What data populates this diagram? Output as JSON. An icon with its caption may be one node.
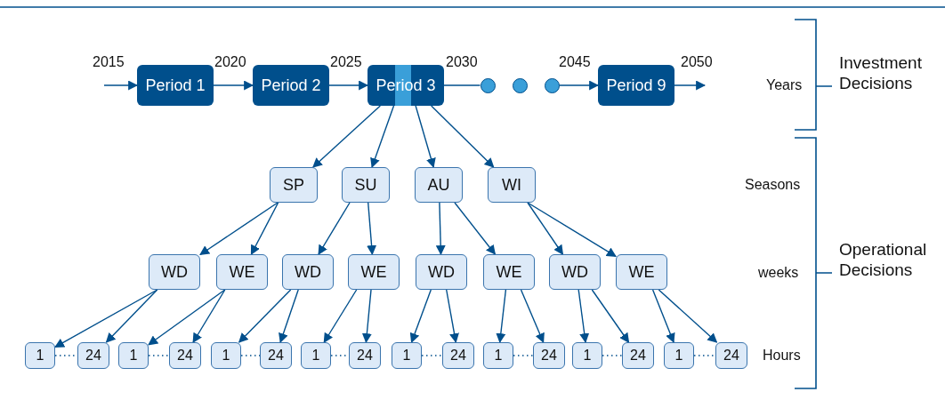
{
  "diagram": {
    "nodes": [
      {
        "text": [
          "Period 1"
        ]
      },
      {
        "text": [
          "Period 2"
        ]
      },
      {
        "text": [
          "Period 3"
        ]
      },
      {
        "text": [],
        "shape": "circle"
      },
      {
        "text": [],
        "shape": "circle"
      },
      {
        "text": [],
        "shape": "circle"
      },
      {
        "text": [
          "Period 9"
        ]
      },
      {
        "text": [
          "SP"
        ]
      },
      {
        "text": [
          "SU"
        ]
      },
      {
        "text": [
          "AU"
        ]
      },
      {
        "text": [
          "WI"
        ]
      },
      {
        "text": [
          "WD"
        ]
      },
      {
        "text": [
          "WE"
        ]
      },
      {
        "text": [
          "WD"
        ]
      },
      {
        "text": [
          "WE"
        ]
      },
      {
        "text": [
          "WD"
        ]
      },
      {
        "text": [
          "WE"
        ]
      },
      {
        "text": [
          "WD"
        ]
      },
      {
        "text": [
          "WE"
        ]
      },
      {
        "text": [
          "1"
        ]
      },
      {
        "text": [
          "24"
        ]
      },
      {
        "text": [
          "1"
        ]
      },
      {
        "text": [
          "24"
        ]
      },
      {
        "text": [
          "1"
        ]
      },
      {
        "text": [
          "24"
        ]
      },
      {
        "text": [
          "1"
        ]
      },
      {
        "text": [
          "24"
        ]
      },
      {
        "text": [
          "1"
        ]
      },
      {
        "text": [
          "24"
        ]
      },
      {
        "text": [
          "1"
        ]
      },
      {
        "text": [
          "24"
        ]
      },
      {
        "text": [
          "1"
        ]
      },
      {
        "text": [
          "24"
        ]
      },
      {
        "text": [
          "1"
        ]
      },
      {
        "text": [
          "24"
        ]
      }
    ],
    "edges": [
      {
        "from": null,
        "to": 0,
        "arrow": "to"
      },
      {
        "from": 0,
        "to": 1,
        "arrow": "to"
      },
      {
        "from": 1,
        "to": 2,
        "arrow": "to"
      },
      {
        "from": 2,
        "to": 3,
        "arrow": "none"
      },
      {
        "from": 5,
        "to": 6,
        "arrow": "to"
      },
      {
        "from": 6,
        "to": null,
        "arrow": "to"
      },
      {
        "from": 2,
        "to": 7,
        "arrow": "to"
      },
      {
        "from": 2,
        "to": 8,
        "arrow": "to"
      },
      {
        "from": 2,
        "to": 9,
        "arrow": "to"
      },
      {
        "from": 2,
        "to": 10,
        "arrow": "to"
      },
      {
        "from": 7,
        "to": 11,
        "arrow": "to"
      },
      {
        "from": 7,
        "to": 12,
        "arrow": "to"
      },
      {
        "from": 8,
        "to": 13,
        "arrow": "to"
      },
      {
        "from": 8,
        "to": 14,
        "arrow": "to"
      },
      {
        "from": 9,
        "to": 15,
        "arrow": "to"
      },
      {
        "from": 9,
        "to": 16,
        "arrow": "to"
      },
      {
        "from": 10,
        "to": 17,
        "arrow": "to"
      },
      {
        "from": 10,
        "to": 18,
        "arrow": "to"
      },
      {
        "from": 11,
        "to": 19,
        "arrow": "to"
      },
      {
        "from": 11,
        "to": 20,
        "arrow": "to"
      },
      {
        "from": 12,
        "to": 21,
        "arrow": "to"
      },
      {
        "from": 12,
        "to": 22,
        "arrow": "to"
      },
      {
        "from": 13,
        "to": 23,
        "arrow": "to"
      },
      {
        "from": 13,
        "to": 24,
        "arrow": "to"
      },
      {
        "from": 14,
        "to": 25,
        "arrow": "to"
      },
      {
        "from": 14,
        "to": 26,
        "arrow": "to"
      },
      {
        "from": 15,
        "to": 27,
        "arrow": "to"
      },
      {
        "from": 15,
        "to": 28,
        "arrow": "to"
      },
      {
        "from": 16,
        "to": 29,
        "arrow": "to"
      },
      {
        "from": 16,
        "to": 30,
        "arrow": "to"
      },
      {
        "from": 17,
        "to": 31,
        "arrow": "to"
      },
      {
        "from": 17,
        "to": 32,
        "arrow": "to"
      },
      {
        "from": 18,
        "to": 33,
        "arrow": "to"
      },
      {
        "from": 18,
        "to": 34,
        "arrow": "to"
      },
      {
        "from": 19,
        "to": 20,
        "arrow": "none",
        "style": "dashed"
      },
      {
        "from": 21,
        "to": 22,
        "arrow": "none",
        "style": "dashed"
      },
      {
        "from": 23,
        "to": 24,
        "arrow": "none",
        "style": "dashed"
      },
      {
        "from": 25,
        "to": 26,
        "arrow": "none",
        "style": "dashed"
      },
      {
        "from": 27,
        "to": 28,
        "arrow": "none",
        "style": "dashed"
      },
      {
        "from": 29,
        "to": 30,
        "arrow": "none",
        "style": "dashed"
      },
      {
        "from": 31,
        "to": 32,
        "arrow": "none",
        "style": "dashed"
      },
      {
        "from": 33,
        "to": 34,
        "arrow": "none",
        "style": "dashed"
      }
    ],
    "labels": [
      "2015",
      "2020",
      "2025",
      "2030",
      "2045",
      "2050",
      "Years",
      "Investment Decisions",
      "Seasons",
      "weeks",
      "Operational Decisions",
      "Hours"
    ]
  }
}
